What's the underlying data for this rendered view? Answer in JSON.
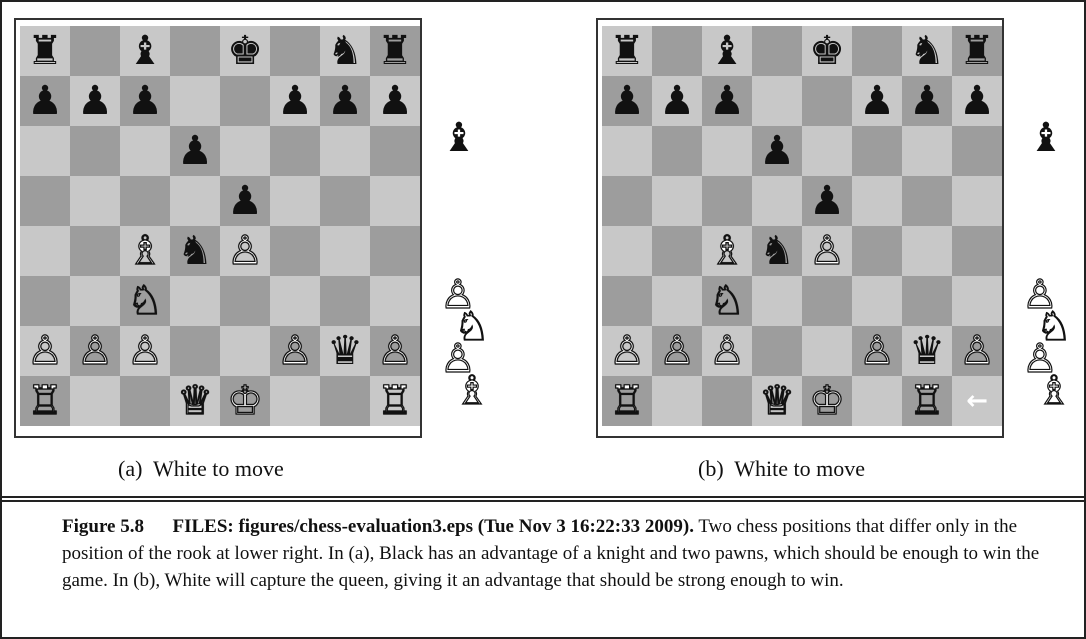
{
  "boards": [
    {
      "id": "a",
      "caption_label": "(a)",
      "caption_text": "White to move",
      "squares": [
        [
          "♜",
          "",
          "♝",
          "",
          "♚",
          "",
          "♞",
          "♜"
        ],
        [
          "♟",
          "♟",
          "♟",
          "",
          "",
          "♟",
          "♟",
          "♟"
        ],
        [
          "",
          "",
          "",
          "♟",
          "",
          "",
          "",
          ""
        ],
        [
          "",
          "",
          "",
          "",
          "♟",
          "",
          "",
          ""
        ],
        [
          "",
          "",
          "♗",
          "♞",
          "♙",
          "",
          "",
          ""
        ],
        [
          "",
          "",
          "♘",
          "",
          "",
          "",
          "",
          ""
        ],
        [
          "♙",
          "♙",
          "♙",
          "",
          "",
          "♙",
          "♛",
          "♙"
        ],
        [
          "♖",
          "",
          "",
          "♕",
          "♔",
          "",
          "",
          "♖"
        ]
      ],
      "colors": [
        [
          "b",
          "",
          "b",
          "",
          "b",
          "",
          "b",
          "b"
        ],
        [
          "b",
          "b",
          "b",
          "",
          "",
          "b",
          "b",
          "b"
        ],
        [
          "",
          "",
          "",
          "b",
          "",
          "",
          "",
          ""
        ],
        [
          "",
          "",
          "",
          "",
          "b",
          "",
          "",
          ""
        ],
        [
          "",
          "",
          "w",
          "b",
          "w",
          "",
          "",
          ""
        ],
        [
          "",
          "",
          "w",
          "",
          "",
          "",
          "",
          ""
        ],
        [
          "w",
          "w",
          "w",
          "",
          "",
          "w",
          "b",
          "w"
        ],
        [
          "w",
          "",
          "",
          "w",
          "w",
          "",
          "",
          "w"
        ]
      ],
      "arrow_square": null,
      "captured_black": [
        "♝"
      ],
      "captured_white": [
        "♙",
        "♘",
        "♙",
        "♗"
      ]
    },
    {
      "id": "b",
      "caption_label": "(b)",
      "caption_text": "White to move",
      "squares": [
        [
          "♜",
          "",
          "♝",
          "",
          "♚",
          "",
          "♞",
          "♜"
        ],
        [
          "♟",
          "♟",
          "♟",
          "",
          "",
          "♟",
          "♟",
          "♟"
        ],
        [
          "",
          "",
          "",
          "♟",
          "",
          "",
          "",
          ""
        ],
        [
          "",
          "",
          "",
          "",
          "♟",
          "",
          "",
          ""
        ],
        [
          "",
          "",
          "♗",
          "♞",
          "♙",
          "",
          "",
          ""
        ],
        [
          "",
          "",
          "♘",
          "",
          "",
          "",
          "",
          ""
        ],
        [
          "♙",
          "♙",
          "♙",
          "",
          "",
          "♙",
          "♛",
          "♙"
        ],
        [
          "♖",
          "",
          "",
          "♕",
          "♔",
          "",
          "♖",
          ""
        ]
      ],
      "colors": [
        [
          "b",
          "",
          "b",
          "",
          "b",
          "",
          "b",
          "b"
        ],
        [
          "b",
          "b",
          "b",
          "",
          "",
          "b",
          "b",
          "b"
        ],
        [
          "",
          "",
          "",
          "b",
          "",
          "",
          "",
          ""
        ],
        [
          "",
          "",
          "",
          "",
          "b",
          "",
          "",
          ""
        ],
        [
          "",
          "",
          "w",
          "b",
          "w",
          "",
          "",
          ""
        ],
        [
          "",
          "",
          "w",
          "",
          "",
          "",
          "",
          ""
        ],
        [
          "w",
          "w",
          "w",
          "",
          "",
          "w",
          "b",
          "w"
        ],
        [
          "w",
          "",
          "",
          "w",
          "w",
          "",
          "w",
          ""
        ]
      ],
      "arrow_square": [
        7,
        7
      ],
      "arrow_glyph": "←",
      "captured_black": [
        "♝"
      ],
      "captured_white": [
        "♙",
        "♘",
        "♙",
        "♗"
      ]
    }
  ],
  "figure": {
    "label": "Figure 5.8",
    "files": "FILES: figures/chess-evaluation3.eps (Tue Nov 3 16:22:33 2009).",
    "text": "Two chess positions that differ only in the position of the rook at lower right. In (a), Black has an advantage of a knight and two pawns, which should be enough to win the game. In (b), White will capture the queen, giving it an advantage that should be strong enough to win."
  },
  "colors": {
    "light_square": "#c8c8c8",
    "dark_square": "#9d9d9d",
    "border": "#222222"
  }
}
